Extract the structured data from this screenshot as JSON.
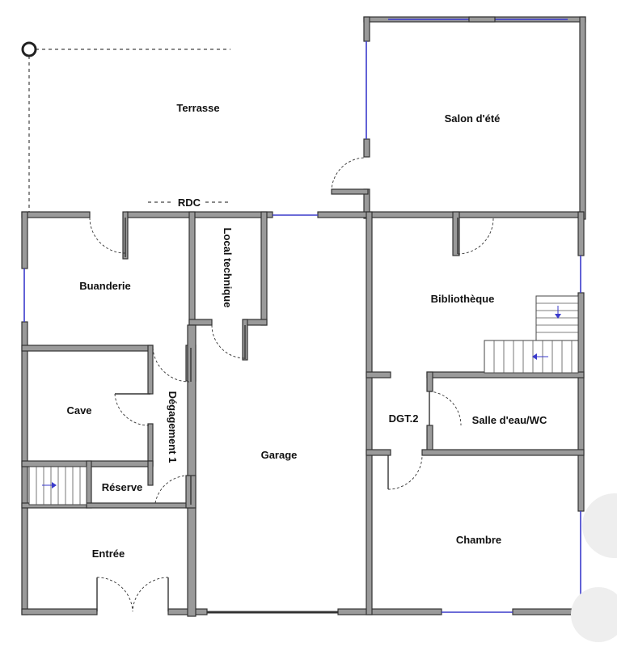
{
  "plan": {
    "level_label": "RDC",
    "rooms": {
      "terrasse": "Terrasse",
      "salon": "Salon d'été",
      "buanderie": "Buanderie",
      "local": "Local technique",
      "bibliotheque": "Bibliothèque",
      "cave": "Cave",
      "degagement": "Dégagement 1",
      "dgt2": "DGT.2",
      "salle_eau": "Salle d'eau/WC",
      "garage": "Garage",
      "reserve": "Réserve",
      "entree": "Entrée",
      "chambre": "Chambre"
    },
    "colors": {
      "wall": "#9a9a9a",
      "window": "#3b3bcc",
      "text": "#111111"
    }
  }
}
